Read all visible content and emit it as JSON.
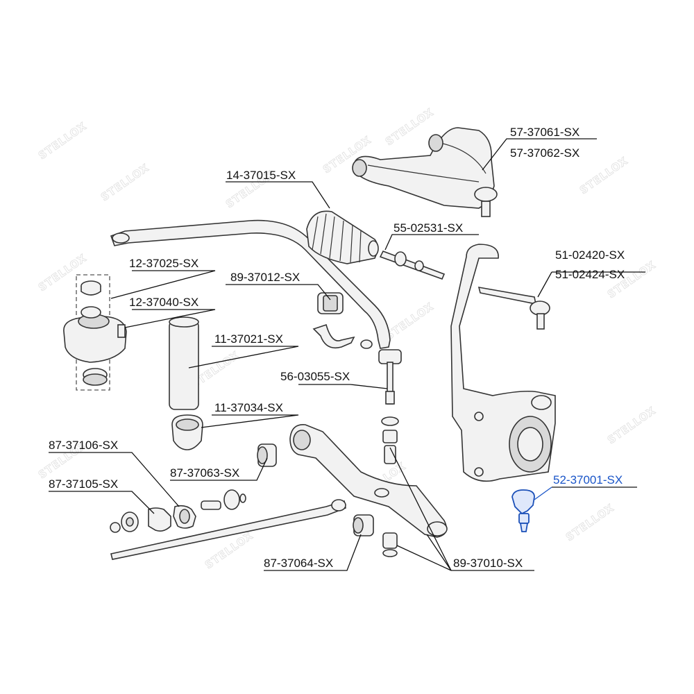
{
  "watermark": {
    "text": "STELLOX"
  },
  "colors": {
    "label": "#111111",
    "highlight": "#1a55c8"
  },
  "labels": [
    {
      "id": "lbl-57-37061",
      "text": "57-37061-SX",
      "highlight": false
    },
    {
      "id": "lbl-57-37062",
      "text": "57-37062-SX",
      "highlight": false
    },
    {
      "id": "lbl-14-37015",
      "text": "14-37015-SX",
      "highlight": false
    },
    {
      "id": "lbl-55-02531",
      "text": "55-02531-SX",
      "highlight": false
    },
    {
      "id": "lbl-12-37025",
      "text": "12-37025-SX",
      "highlight": false
    },
    {
      "id": "lbl-89-37012",
      "text": "89-37012-SX",
      "highlight": false
    },
    {
      "id": "lbl-51-02420",
      "text": "51-02420-SX",
      "highlight": false
    },
    {
      "id": "lbl-51-02424",
      "text": "51-02424-SX",
      "highlight": false
    },
    {
      "id": "lbl-12-37040",
      "text": "12-37040-SX",
      "highlight": false
    },
    {
      "id": "lbl-11-37021",
      "text": "11-37021-SX",
      "highlight": false
    },
    {
      "id": "lbl-56-03055",
      "text": "56-03055-SX",
      "highlight": false
    },
    {
      "id": "lbl-11-37034",
      "text": "11-37034-SX",
      "highlight": false
    },
    {
      "id": "lbl-87-37106",
      "text": "87-37106-SX",
      "highlight": false
    },
    {
      "id": "lbl-87-37063",
      "text": "87-37063-SX",
      "highlight": false
    },
    {
      "id": "lbl-52-37001",
      "text": "52-37001-SX",
      "highlight": true
    },
    {
      "id": "lbl-87-37105",
      "text": "87-37105-SX",
      "highlight": false
    },
    {
      "id": "lbl-87-37064",
      "text": "87-37064-SX",
      "highlight": false
    },
    {
      "id": "lbl-89-37010",
      "text": "89-37010-SX",
      "highlight": false
    }
  ]
}
